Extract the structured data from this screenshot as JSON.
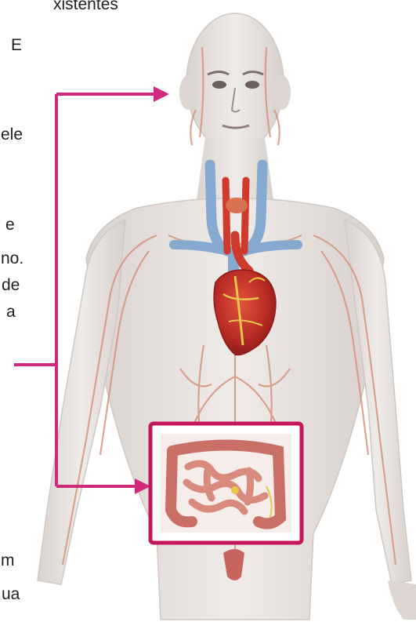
{
  "text_fragments": [
    "xistentes",
    "E",
    "ele",
    "e",
    "no.",
    "de",
    "a",
    "m",
    "ua"
  ],
  "colors": {
    "connector": "#d0287a",
    "skin": "#e6e1de",
    "vein": "#86a9cf",
    "artery": "#cf3a2c",
    "vessel": "#d6957e",
    "heart": "#c9302a",
    "intestine": "#c96f66",
    "inset_border": "#c2185b"
  },
  "icons": [
    "arrow-right-icon"
  ]
}
